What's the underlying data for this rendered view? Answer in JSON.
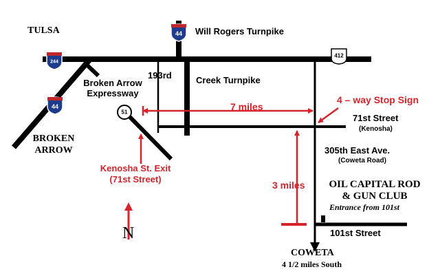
{
  "labels": {
    "tulsa": "TULSA",
    "will_rogers": "Will Rogers Turnpike",
    "road_193rd": "193rd",
    "creek_turnpike": "Creek Turnpike",
    "broken_arrow_expressway": "Broken Arrow\nExpressway",
    "broken_arrow_city": "BROKEN\nARROW",
    "stop_sign": "4 – way Stop Sign",
    "seven_miles": "7 miles",
    "street_71st": "71st Street",
    "kenosha": "(Kenosha)",
    "ave_305th": "305th East Ave.",
    "coweta_road": "(Coweta Road)",
    "kenosha_exit": "Kenosha St. Exit\n(71st Street)",
    "three_miles": "3 miles",
    "club_name": "OIL CAPITAL ROD\n& GUN CLUB",
    "entrance": "Entrance from 101st",
    "street_101st": "101st Street",
    "coweta": "COWETA",
    "coweta_south": "4 1/2 miles South",
    "north": "N"
  },
  "shields": {
    "i44_top": "44",
    "i244": "244",
    "us412": "412",
    "i44_left": "44",
    "sh51": "51"
  },
  "colors": {
    "road": "#000000",
    "route_red": "#d8232a",
    "interstate_blue": "#1e3c8c",
    "interstate_red": "#c0282d"
  }
}
